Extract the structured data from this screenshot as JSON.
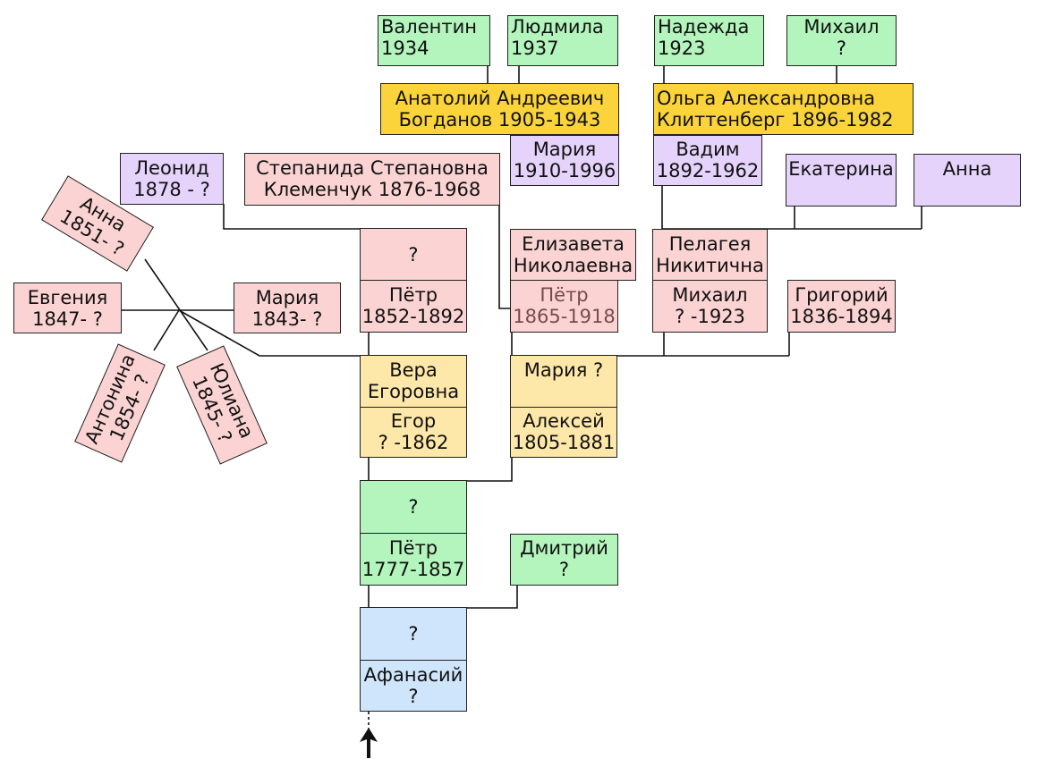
{
  "people": {
    "valentin": [
      "Валентин",
      "1934"
    ],
    "lyudmila": [
      "Людмила",
      "1937"
    ],
    "nadezhda": [
      "Надежда",
      "1923"
    ],
    "mikhail_top": [
      "Михаил",
      "?"
    ],
    "anatoliy": [
      "Анатолий Андреевич",
      "Богданов  1905-1943"
    ],
    "olga": [
      "Ольга Александровна",
      "Клиттенберг 1896-1982"
    ],
    "mariya_1910": [
      "Мария",
      "1910-1996"
    ],
    "vadim": [
      "Вадим",
      "1892-1962"
    ],
    "leonid": [
      "Леонид",
      "1878 - ?"
    ],
    "stepanida": [
      "Степанида Степановна",
      "Клеменчук 1876-1968"
    ],
    "ekaterina": [
      "Екатерина"
    ],
    "anna_lilac": [
      "Анна"
    ],
    "anna_1851": [
      "Анна",
      "1851- ?"
    ],
    "evgeniya": [
      "Евгения",
      "1847- ?"
    ],
    "mariya_1843": [
      "Мария",
      "1843- ?"
    ],
    "antonina": [
      "Антонина",
      "1854- ?"
    ],
    "yuliana": [
      "Юлиана",
      "1845- ?"
    ],
    "unknown_wife_petr1852": [
      "?"
    ],
    "petr_1852": [
      "Пётр",
      "1852-1892"
    ],
    "elizaveta": [
      "Елизавета",
      "Николаевна"
    ],
    "petr_1865": [
      "Пётр",
      "1865-1918"
    ],
    "pelageya": [
      "Пелагея",
      "Никитична"
    ],
    "mikhail_1923": [
      "Михаил",
      "? -1923"
    ],
    "grigoriy": [
      "Григорий",
      "1836-1894"
    ],
    "vera": [
      "Вера",
      "Егоровна"
    ],
    "egor": [
      "Егор",
      "? -1862"
    ],
    "mariya_q": [
      "Мария ?"
    ],
    "aleksey": [
      "Алексей",
      "1805-1881"
    ],
    "unknown_wife_petr1777": [
      "?"
    ],
    "petr_1777": [
      "Пётр",
      "1777-1857"
    ],
    "dmitriy": [
      "Дмитрий",
      "?"
    ],
    "unknown_wife_afanasiy": [
      "?"
    ],
    "afanasiy": [
      "Афанасий",
      "?"
    ]
  },
  "colors": {
    "green": "#b3f5bd",
    "gold": "#fbd33a",
    "lilac": "#e5d3fb",
    "pink": "#fbd3d3",
    "cream": "#fde7a9",
    "blue": "#cfe5fb"
  },
  "icons": {
    "arrow": "arrow-up-icon"
  }
}
